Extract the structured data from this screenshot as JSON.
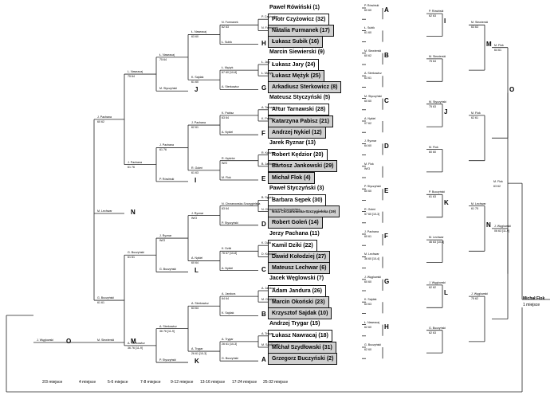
{
  "main_draw": [
    {
      "label": "Paweł Rówiński (1)",
      "shade": "none"
    },
    {
      "label": "Piotr Czyżowicz (32)",
      "shade": "white"
    },
    {
      "label": "Natalia Furmanek (17)",
      "shade": "gray"
    },
    {
      "label": "Łukasz Subik (16)",
      "shade": "gray"
    },
    {
      "label": "Marcin Siewierski (9)",
      "shade": "none"
    },
    {
      "label": "Łukasz Jary (24)",
      "shade": "white"
    },
    {
      "label": "Łukasz Mężyk (25)",
      "shade": "gray"
    },
    {
      "label": "Arkadiusz Sterkowicz (8)",
      "shade": "gray"
    },
    {
      "label": "Mateusz Styczyński (5)",
      "shade": "none"
    },
    {
      "label": "Artur Tarnawski (28)",
      "shade": "white"
    },
    {
      "label": "Katarzyna Pabisz (21)",
      "shade": "gray"
    },
    {
      "label": "Andrzej Nykiel (12)",
      "shade": "gray"
    },
    {
      "label": "Jarek Ryznar (13)",
      "shade": "none"
    },
    {
      "label": "Robert Kędzior (20)",
      "shade": "white"
    },
    {
      "label": "Bartosz Jankowski (29)",
      "shade": "gray"
    },
    {
      "label": "Michał Flok (4)",
      "shade": "gray"
    },
    {
      "label": "Paweł Styczyński (3)",
      "shade": "none"
    },
    {
      "label": "Barbara Sępek (30)",
      "shade": "white"
    },
    {
      "label": "Nina Chrzanowska-Szczygielska (19)",
      "shade": "gray",
      "small": true
    },
    {
      "label": "Robert Goleń (14)",
      "shade": "gray"
    },
    {
      "label": "Jerzy Pachana (11)",
      "shade": "none"
    },
    {
      "label": "Kamil Dziki (22)",
      "shade": "white"
    },
    {
      "label": "Dawid Kołodziej (27)",
      "shade": "gray"
    },
    {
      "label": "Mateusz Lechwar (6)",
      "shade": "gray"
    },
    {
      "label": "Jacek Węglowski (7)",
      "shade": "none"
    },
    {
      "label": "Adam Jandura (26)",
      "shade": "white"
    },
    {
      "label": "Marcin Okoński (23)",
      "shade": "gray"
    },
    {
      "label": "Krzysztof Sajdak (10)",
      "shade": "gray"
    },
    {
      "label": "Andrzej Trygar (15)",
      "shade": "none"
    },
    {
      "label": "Łukasz Nawracaj (18)",
      "shade": "white"
    },
    {
      "label": "Michał Szydłowski (31)",
      "shade": "gray"
    },
    {
      "label": "Grzegorz Buczyński (2)",
      "shade": "gray"
    }
  ],
  "right_r1": [
    {
      "w": "P. Rówiński",
      "s": "60 60",
      "letter": "A"
    },
    {
      "w": "Ł. Subik",
      "s": "61 60",
      "letter": ""
    },
    {
      "w": "M. Siewierski",
      "s": "60 62",
      "letter": "B"
    },
    {
      "w": "A. Sterkowicz",
      "s": "63 61",
      "letter": ""
    },
    {
      "w": "M. Styczyński",
      "s": "60 60",
      "letter": "C"
    },
    {
      "w": "A. Nykiel",
      "s": "07 62",
      "letter": ""
    },
    {
      "w": "J. Ryznar",
      "s": "64 60",
      "letter": "D"
    },
    {
      "w": "M. Flok",
      "s": "W/O",
      "letter": ""
    },
    {
      "w": "P. Styczyński",
      "s": "60 60",
      "letter": "E"
    },
    {
      "w": "R. Goleń",
      "s": "57 60 [10-3]",
      "letter": ""
    },
    {
      "w": "J. Pachana",
      "s": "60 61",
      "letter": "F"
    },
    {
      "w": "M. Lechwar",
      "s": "36 60 [10-4]",
      "letter": ""
    },
    {
      "w": "J. Węglowski",
      "s": "60 60",
      "letter": "G"
    },
    {
      "w": "K. Sajdak",
      "s": "63 63",
      "letter": ""
    },
    {
      "w": "Ł. Nawracaj",
      "s": "62 60",
      "letter": "H"
    },
    {
      "w": "G. Buczyński",
      "s": "62 60",
      "letter": ""
    }
  ],
  "right_r2": [
    {
      "w": "P. Rówiński",
      "s": "62 63",
      "letter": "I"
    },
    {
      "w": "M. Siewierski",
      "s": "75 64",
      "letter": ""
    },
    {
      "w": "M. Styczyński",
      "s": "75 63",
      "letter": "J"
    },
    {
      "w": "M. Flok",
      "s": "60 60",
      "letter": ""
    },
    {
      "w": "P. Buczyński",
      "s": "61 63",
      "letter": "K"
    },
    {
      "w": "M. Lechwar",
      "s": "46 63 [10-6]",
      "letter": ""
    },
    {
      "w": "J. Węglowski",
      "s": "62 62",
      "letter": "L"
    },
    {
      "w": "G. Buczyński",
      "s": "62 63",
      "letter": ""
    }
  ],
  "right_r3": [
    {
      "w": "M. Siewierski",
      "s": "63 63",
      "letter": "M"
    },
    {
      "w": "M. Flok",
      "s": "62 61",
      "letter": ""
    },
    {
      "w": "M. Lechwar",
      "s": "61 75",
      "letter": "N"
    },
    {
      "w": "J. Węglowski",
      "s": "75 62",
      "letter": ""
    }
  ],
  "right_r4": [
    {
      "w": "M. Flok",
      "s": "64 61",
      "letter": "O"
    },
    {
      "w": "J. Węglowski",
      "s": "06 63 [11-9]",
      "letter": ""
    }
  ],
  "final": {
    "w": "M. Flok",
    "s": "63 62"
  },
  "champion": {
    "name": "Michał Flok",
    "place": "1 miejsce"
  },
  "left_r1": [
    {
      "top": "P. Czyżowicz",
      "bot": "N. Furmanek",
      "w": "N. Furmanek",
      "s": "62 63",
      "letter": "H"
    },
    {
      "top": "Ł. Jary",
      "bot": "Ł. Mężyk",
      "w": "Ł. Mężyk",
      "s": "67 60 [10-8]",
      "letter": "G"
    },
    {
      "top": "A. Tarnawski",
      "bot": "K. Pabisz",
      "w": "K. Pabisz",
      "s": "63 64",
      "letter": "F"
    },
    {
      "top": "R. Kędzior",
      "bot": "B. Jankowski",
      "w": "R. Kędzior",
      "s": "W/O",
      "letter": "E"
    },
    {
      "top": "B. Sępek",
      "bot": "N. Chrzanowska-Szczygielska",
      "w": "N. Chrzanowska-Szczygielska",
      "s": "63 64",
      "letter": "D"
    },
    {
      "top": "K. Dziki",
      "bot": "D. Kołodziej",
      "w": "K. Dziki",
      "s": "76 67 [10-8]",
      "letter": "C"
    },
    {
      "top": "A. Jandura",
      "bot": "M. Okoński",
      "w": "A. Jandura",
      "s": "64 64",
      "letter": "B"
    },
    {
      "top": "A. Trygar",
      "bot": "M. Szydłowski",
      "w": "A. Trygar",
      "s": "26 61 [10-3]",
      "letter": "A"
    }
  ],
  "left_r1_losers": [
    "Ł. Subik",
    "Ł. Nawracaj",
    "A. Sterkowicz",
    "K. Sajdak",
    "A. Nykiel",
    "J. Pachana",
    "M. Flok",
    "R. Goleń",
    "P. Styczyński",
    "J. Ryznar",
    "A. Nykiel",
    "M. Lechwar",
    "K. Sajdak",
    "A. Sterkowicz",
    "G. Buczyński",
    "Ł. Subik"
  ],
  "left_r2": [
    {
      "top": "Ł. Nawracaj",
      "bot": "N. Furmanek",
      "w": "Ł. Nawracaj",
      "s": "63 60"
    },
    {
      "top": "Ł. Mężyk",
      "bot": "K. Sajdak",
      "w": "K. Sajdak",
      "s": "61 60"
    },
    {
      "top": "J. Pachana",
      "bot": "K. Pabisz",
      "w": "J. Pachana",
      "s": "62 61"
    },
    {
      "top": "R. Kędzior",
      "bot": "R. Goleń",
      "w": "R. Goleń",
      "s": "61 63"
    },
    {
      "top": "N. Chrzanowska-Szczygielska",
      "bot": "J. Ryznar",
      "w": "J. Ryznar",
      "s": "W/O"
    },
    {
      "top": "K. Dziki",
      "bot": "A. Nykiel",
      "w": "A. Nykiel",
      "s": "60 64"
    },
    {
      "top": "A. Jandura",
      "bot": "A. Sterkowicz",
      "w": "A. Sterkowicz",
      "s": "63 64"
    },
    {
      "top": "A. Trygar",
      "bot": "Ł. Subik",
      "w": "A. Trygar",
      "s": "26 61 [10-3]"
    }
  ],
  "left_r3": [
    {
      "top": "Ł. Nawracaj",
      "bot": "K. Sajdak",
      "w": "Ł. Nawracaj",
      "s": "75 64"
    },
    {
      "top": "J. Pachana",
      "bot": "R. Goleń",
      "w": "J. Pachana",
      "s": "61 76"
    },
    {
      "top": "J. Ryznar",
      "bot": "A. Nykiel",
      "w": "J. Ryznar",
      "s": "W/O"
    },
    {
      "top": "A. Sterkowicz",
      "bot": "A. Trygar",
      "w": "A. Sterkowicz",
      "s": "36 76 [11-9]"
    }
  ],
  "left_r3_losers": [
    {
      "name": "M. Styczyński",
      "letter": "J"
    },
    {
      "name": "P. Rówiński",
      "letter": "I"
    },
    {
      "name": "G. Buczyński",
      "letter": "L"
    },
    {
      "name": "P. Styczyński",
      "letter": "K"
    }
  ],
  "left_r4": [
    {
      "top": "Ł. Nawracaj",
      "bot": "M. Styczyński",
      "w": "L. Nawracaj",
      "s": "75 64"
    },
    {
      "top": "J. Pachana",
      "bot": "P. Rówiński",
      "w": "J. Pachana",
      "s": "61 76"
    },
    {
      "top": "J. Ryznar",
      "bot": "G. Buczyński",
      "w": "G. Buczyński",
      "s": "61 61"
    },
    {
      "top": "A. Sterkowicz",
      "bot": "P. Styczyński",
      "w": "A. Sterkowicz",
      "s": "36 76 [11-9]"
    }
  ],
  "left_r5": [
    {
      "w": "J. Pachana",
      "s": "60 62",
      "loser": "M. Lechwar",
      "letter": "N"
    },
    {
      "w": "G. Buczyński",
      "s": "61 61",
      "loser": "M. Siewierski",
      "letter": "M"
    }
  ],
  "left_final": {
    "w": "J. Węglowski",
    "letter": "O"
  },
  "places": [
    "2/3 miejsce",
    "4 miejsce",
    "5-6 miejsce",
    "7-8 miejsce",
    "9-12 miejsce",
    "13-16 miejsce",
    "17-24 miejsce",
    "25-32 miejsce"
  ]
}
